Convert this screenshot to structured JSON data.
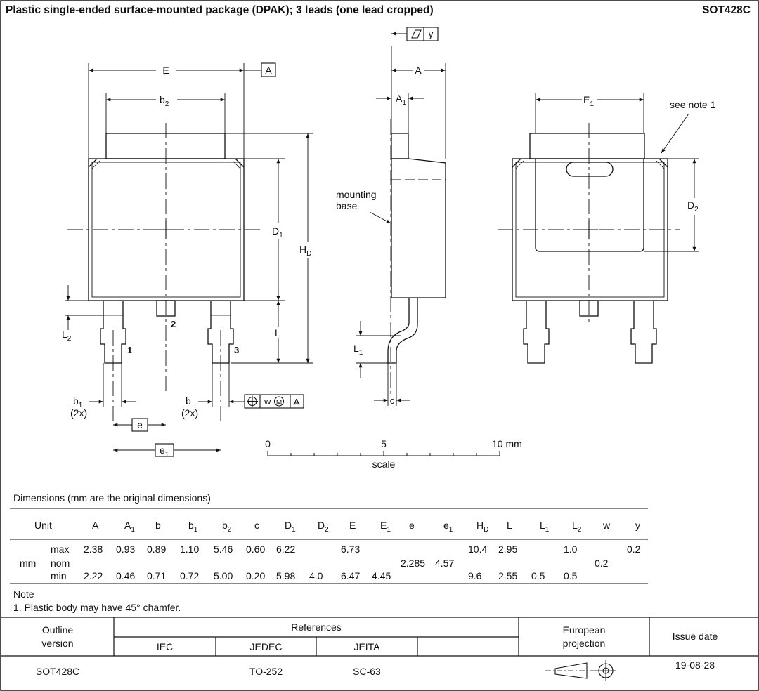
{
  "title": "Plastic single-ended surface-mounted package (DPAK); 3 leads (one lead cropped)",
  "code": "SOT428C",
  "drawing": {
    "front": {
      "E": "E",
      "b2": "b",
      "b2_sub": "2",
      "D1": "D",
      "D1_sub": "1",
      "HD": "H",
      "HD_sub": "D",
      "L": "L",
      "L2": "L",
      "L2_sub": "2",
      "lead1": "1",
      "lead2": "2",
      "lead3": "3",
      "b1": "b",
      "b1_sub": "1",
      "b1_count": "(2x)",
      "b": "b",
      "b_count": "(2x)",
      "e": "e",
      "e1": "e",
      "e1_sub": "1",
      "datum": "A",
      "position_w": "w",
      "position_m": "M",
      "position_a": "A"
    },
    "side": {
      "A": "A",
      "A1": "A",
      "A1_sub": "1",
      "flatness_y": "y",
      "mounting1": "mounting",
      "mounting2": "base",
      "L1": "L",
      "L1_sub": "1",
      "c": "c"
    },
    "back": {
      "E1": "E",
      "E1_sub": "1",
      "D2": "D",
      "D2_sub": "2",
      "see_note": "see note 1"
    },
    "scale": {
      "t0": "0",
      "t5": "5",
      "t10": "10 mm",
      "label": "scale"
    }
  },
  "dimensions": {
    "caption": "Dimensions (mm are the original dimensions)",
    "unit_header": "Unit",
    "unit": "mm",
    "row_labels": [
      "max",
      "nom",
      "min"
    ],
    "columns": [
      {
        "sym": "A",
        "sub": "",
        "max": "2.38",
        "nom": "",
        "min": "2.22"
      },
      {
        "sym": "A",
        "sub": "1",
        "max": "0.93",
        "nom": "",
        "min": "0.46"
      },
      {
        "sym": "b",
        "sub": "",
        "max": "0.89",
        "nom": "",
        "min": "0.71"
      },
      {
        "sym": "b",
        "sub": "1",
        "max": "1.10",
        "nom": "",
        "min": "0.72"
      },
      {
        "sym": "b",
        "sub": "2",
        "max": "5.46",
        "nom": "",
        "min": "5.00"
      },
      {
        "sym": "c",
        "sub": "",
        "max": "0.60",
        "nom": "",
        "min": "0.20"
      },
      {
        "sym": "D",
        "sub": "1",
        "max": "6.22",
        "nom": "",
        "min": "5.98"
      },
      {
        "sym": "D",
        "sub": "2",
        "max": "",
        "nom": "",
        "min": "4.0"
      },
      {
        "sym": "E",
        "sub": "",
        "max": "6.73",
        "nom": "",
        "min": "6.47"
      },
      {
        "sym": "E",
        "sub": "1",
        "max": "",
        "nom": "",
        "min": "4.45"
      },
      {
        "sym": "e",
        "sub": "",
        "max": "",
        "nom": "2.285",
        "min": ""
      },
      {
        "sym": "e",
        "sub": "1",
        "max": "",
        "nom": "4.57",
        "min": ""
      },
      {
        "sym": "H",
        "sub": "D",
        "max": "10.4",
        "nom": "",
        "min": "9.6"
      },
      {
        "sym": "L",
        "sub": "",
        "max": "2.95",
        "nom": "",
        "min": "2.55"
      },
      {
        "sym": "L",
        "sub": "1",
        "max": "",
        "nom": "",
        "min": "0.5"
      },
      {
        "sym": "L",
        "sub": "2",
        "max": "1.0",
        "nom": "",
        "min": "0.5"
      },
      {
        "sym": "w",
        "sub": "",
        "max": "",
        "nom": "0.2",
        "min": ""
      },
      {
        "sym": "y",
        "sub": "",
        "max": "0.2",
        "nom": "",
        "min": ""
      }
    ]
  },
  "note": {
    "heading": "Note",
    "text": "1. Plastic body may have 45° chamfer."
  },
  "footer": {
    "outline_line1": "Outline",
    "outline_line2": "version",
    "references": "References",
    "iec": "IEC",
    "jedec": "JEDEC",
    "jeita": "JEITA",
    "european_line1": "European",
    "european_line2": "projection",
    "issue_date": "Issue date",
    "outline_value": "SOT428C",
    "iec_value": "",
    "jedec_value": "TO-252",
    "jeita_value": "SC-63",
    "issue_value": "19-08-28"
  }
}
